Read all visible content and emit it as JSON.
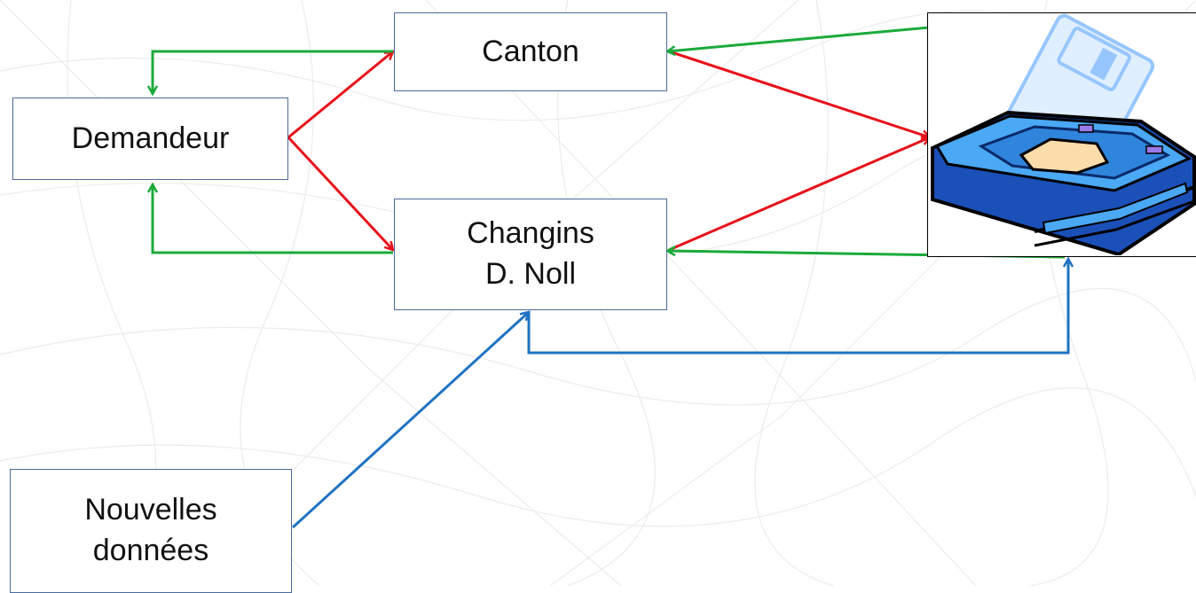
{
  "nodes": {
    "canton": "Canton",
    "demandeur": "Demandeur",
    "changins_line1": "Changins",
    "changins_line2": "D. Noll",
    "nouvelles_line1": "Nouvelles",
    "nouvelles_line2": "données"
  },
  "database_icon": "disk-drive-icon",
  "colors": {
    "red_arrow": "#e8101a",
    "green_arrow": "#1aaa3a",
    "blue_arrow": "#1f73c2",
    "box_border": "#4a6a9a"
  }
}
